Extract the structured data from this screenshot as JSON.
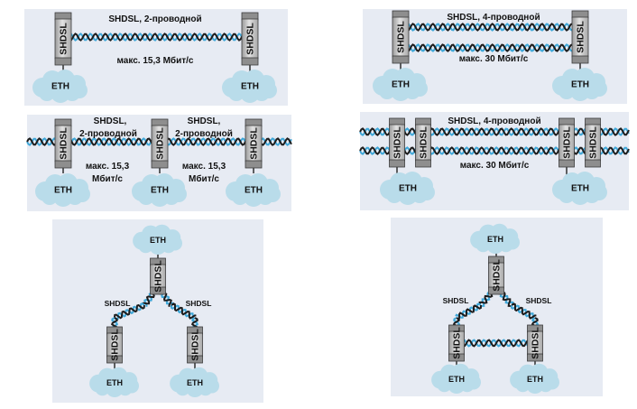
{
  "labels": {
    "panel1_title": "SHDSL, 2-проводной",
    "panel1_speed": "макс. 15,3 Мбит/с",
    "panel2_title": "SHDSL, 4-проводной",
    "panel2_speed": "макс. 30 Мбит/с",
    "panel3_title_a1": "SHDSL,",
    "panel3_title_a2": "2-проводной",
    "panel3_title_b1": "SHDSL,",
    "panel3_title_b2": "2-проводной",
    "panel3_speed_a1": "макс. 15,3",
    "panel3_speed_a2": "Мбит/с",
    "panel3_speed_b1": "макс. 15,3",
    "panel3_speed_b2": "Мбит/с",
    "panel4_title": "SHDSL, 4-проводной",
    "panel4_speed": "макс. 30 Мбит/с",
    "panel5_left": "SHDSL",
    "panel5_right": "SHDSL",
    "panel6_left": "SHDSL",
    "panel6_right": "SHDSL"
  },
  "device_label": "SHDSL",
  "eth_label": "ETH",
  "colors": {
    "panel_bg": "#e7ebf3",
    "wire_blue": "#3fa7d8",
    "wire_black": "#1c1c1c",
    "cloud": "#b9dcea",
    "device": "#c9c9c9"
  },
  "icons": {
    "device": "shdsl-modem-icon",
    "cloud": "ethernet-cloud-icon",
    "wire": "twisted-pair-icon"
  }
}
